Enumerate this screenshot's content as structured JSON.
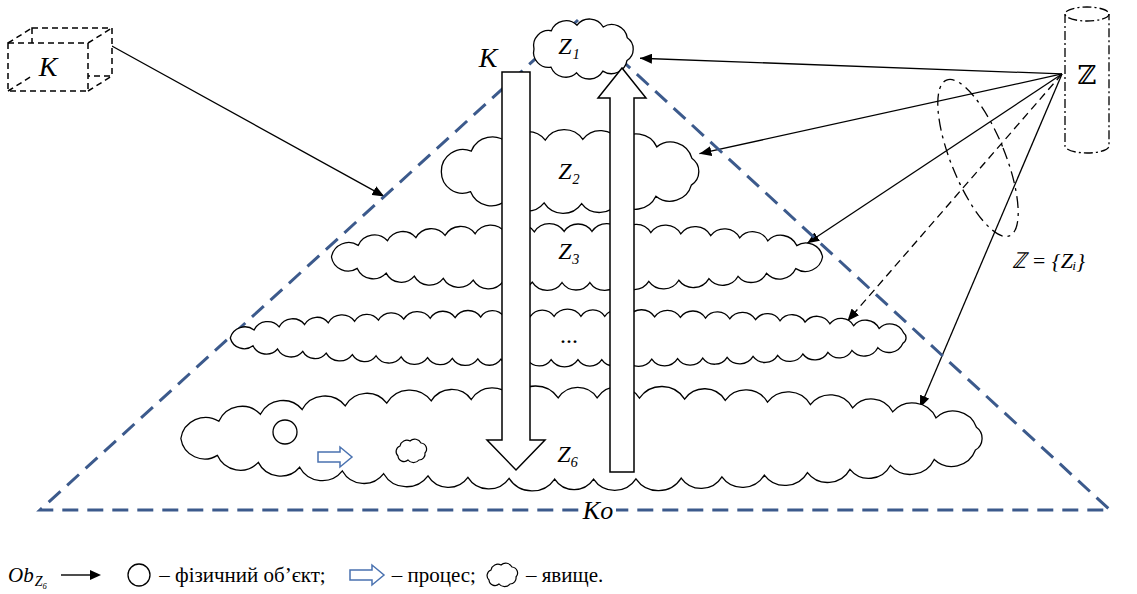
{
  "diagram": {
    "nodes": [
      {
        "text": [
          "K"
        ]
      },
      {
        "text": [
          "K",
          "Ko"
        ]
      },
      {
        "text": [
          "Z₁"
        ],
        "in": 1
      },
      {
        "text": [
          "Z₂"
        ],
        "in": 1
      },
      {
        "text": [
          "Z₃"
        ],
        "in": 1
      },
      {
        "text": [
          "..."
        ],
        "in": 1
      },
      {
        "text": [
          "Z₆"
        ],
        "in": 1
      },
      {
        "text": [
          "ℤ"
        ]
      }
    ],
    "edges": [
      {
        "from": 0,
        "to": 1,
        "arrow": "to"
      },
      {
        "from": 7,
        "to": 2,
        "arrow": "to"
      },
      {
        "from": 7,
        "to": 3,
        "arrow": "to"
      },
      {
        "from": 7,
        "to": 4,
        "arrow": "to"
      },
      {
        "from": 7,
        "to": 5,
        "arrow": "to"
      },
      {
        "from": 7,
        "to": 6,
        "arrow": "to"
      }
    ],
    "labels": [
      "ℤ = {Zᵢ}",
      "Ob",
      "Z₆"
    ],
    "legend": [
      {
        "text": "– фізичний об’єкт;"
      },
      {
        "text": "– процес;"
      },
      {
        "text": "– явище."
      }
    ]
  }
}
